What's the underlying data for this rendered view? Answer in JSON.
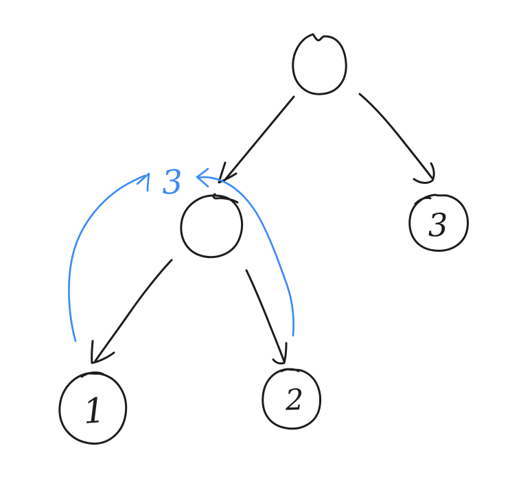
{
  "colors": {
    "ink": "#1d1d1f",
    "accent": "#3d8af7",
    "background": "#ffffff"
  },
  "diagram": {
    "type": "hand-drawn-binary-tree",
    "nodes": [
      {
        "id": "root",
        "label": ""
      },
      {
        "id": "left-child",
        "label": ""
      },
      {
        "id": "right-child",
        "label": "3"
      },
      {
        "id": "leaf-left",
        "label": "1"
      },
      {
        "id": "leaf-right",
        "label": "2"
      }
    ],
    "edges": [
      {
        "from": "root",
        "to": "left-child"
      },
      {
        "from": "root",
        "to": "right-child"
      },
      {
        "from": "left-child",
        "to": "leaf-left"
      },
      {
        "from": "left-child",
        "to": "leaf-right"
      }
    ],
    "annotation": {
      "label": "3",
      "arrows": [
        {
          "from": "leaf-left",
          "to": "annotation-label"
        },
        {
          "from": "leaf-right",
          "to": "annotation-label"
        }
      ]
    }
  }
}
